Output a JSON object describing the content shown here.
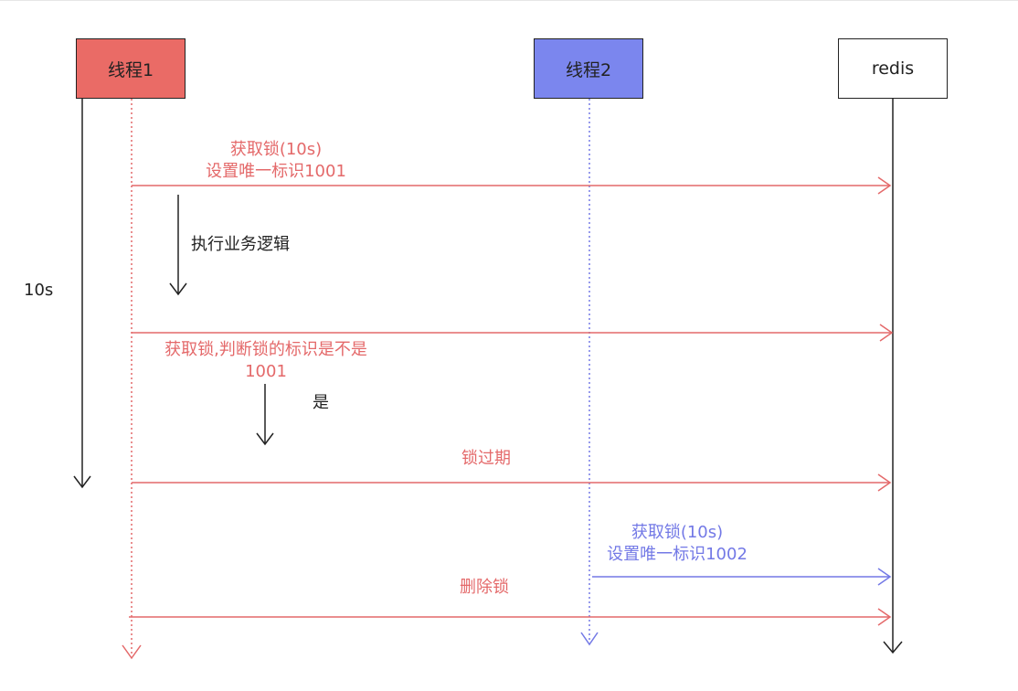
{
  "participants": {
    "thread1": "线程1",
    "thread2": "线程2",
    "redis": "redis"
  },
  "messages": {
    "acquire1_line1": "获取锁(10s)",
    "acquire1_line2": "设置唯一标识1001",
    "business_logic": "执行业务逻辑",
    "timeout_label": "10s",
    "check_line1": "获取锁,判断锁的标识是不是",
    "check_line2": "1001",
    "yes_label": "是",
    "lock_expired": "锁过期",
    "acquire2_line1": "获取锁(10s)",
    "acquire2_line2": "设置唯一标识1002",
    "delete_lock": "删除锁"
  },
  "colors": {
    "thread1": "#ea6b66",
    "thread2": "#7b86ee",
    "redis": "#ffffff",
    "red_text": "#e4696a",
    "blue_text": "#7379e6",
    "black": "#222222"
  }
}
